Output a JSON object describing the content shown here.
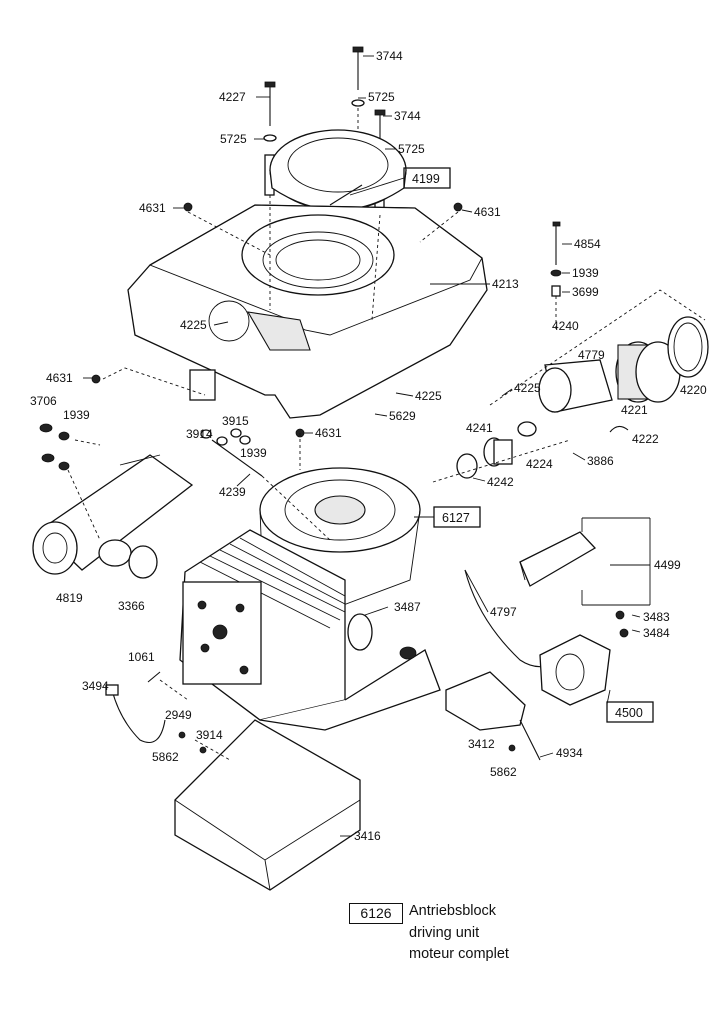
{
  "callouts": {
    "c3744a": "3744",
    "c4227": "4227",
    "c5725a": "5725",
    "c3744b": "3744",
    "c5725b": "5725",
    "c5725c": "5725",
    "c4199": "4199",
    "c4631a": "4631",
    "c4631b": "4631",
    "c4854": "4854",
    "c1939a": "1939",
    "c3699": "3699",
    "c4213": "4213",
    "c4240": "4240",
    "c4225a": "4225",
    "c4779": "4779",
    "c4220": "4220",
    "c4631c": "4631",
    "c4225b": "4225",
    "c4225c": "4225",
    "c3706": "3706",
    "c1939b": "1939",
    "c5629": "5629",
    "c3915": "3915",
    "c3914a": "3914",
    "c1939c": "1939",
    "c4631d": "4631",
    "c4241": "4241",
    "c4221": "4221",
    "c4222": "4222",
    "c4224": "4224",
    "c3886": "3886",
    "c4239": "4239",
    "c4242": "4242",
    "c6127": "6127",
    "c4499": "4499",
    "c4819": "4819",
    "c3366": "3366",
    "c4797": "4797",
    "c3487": "3487",
    "c3483": "3483",
    "c3484": "3484",
    "c1061": "1061",
    "c3494": "3494",
    "c4500": "4500",
    "c2949": "2949",
    "c3914b": "3914",
    "c5862a": "5862",
    "c3412": "3412",
    "c4934": "4934",
    "c5862b": "5862",
    "c3416": "3416"
  },
  "legend": {
    "code": "6126",
    "line1": "Antriebsblock",
    "line2": "driving unit",
    "line3": "moteur complet"
  }
}
